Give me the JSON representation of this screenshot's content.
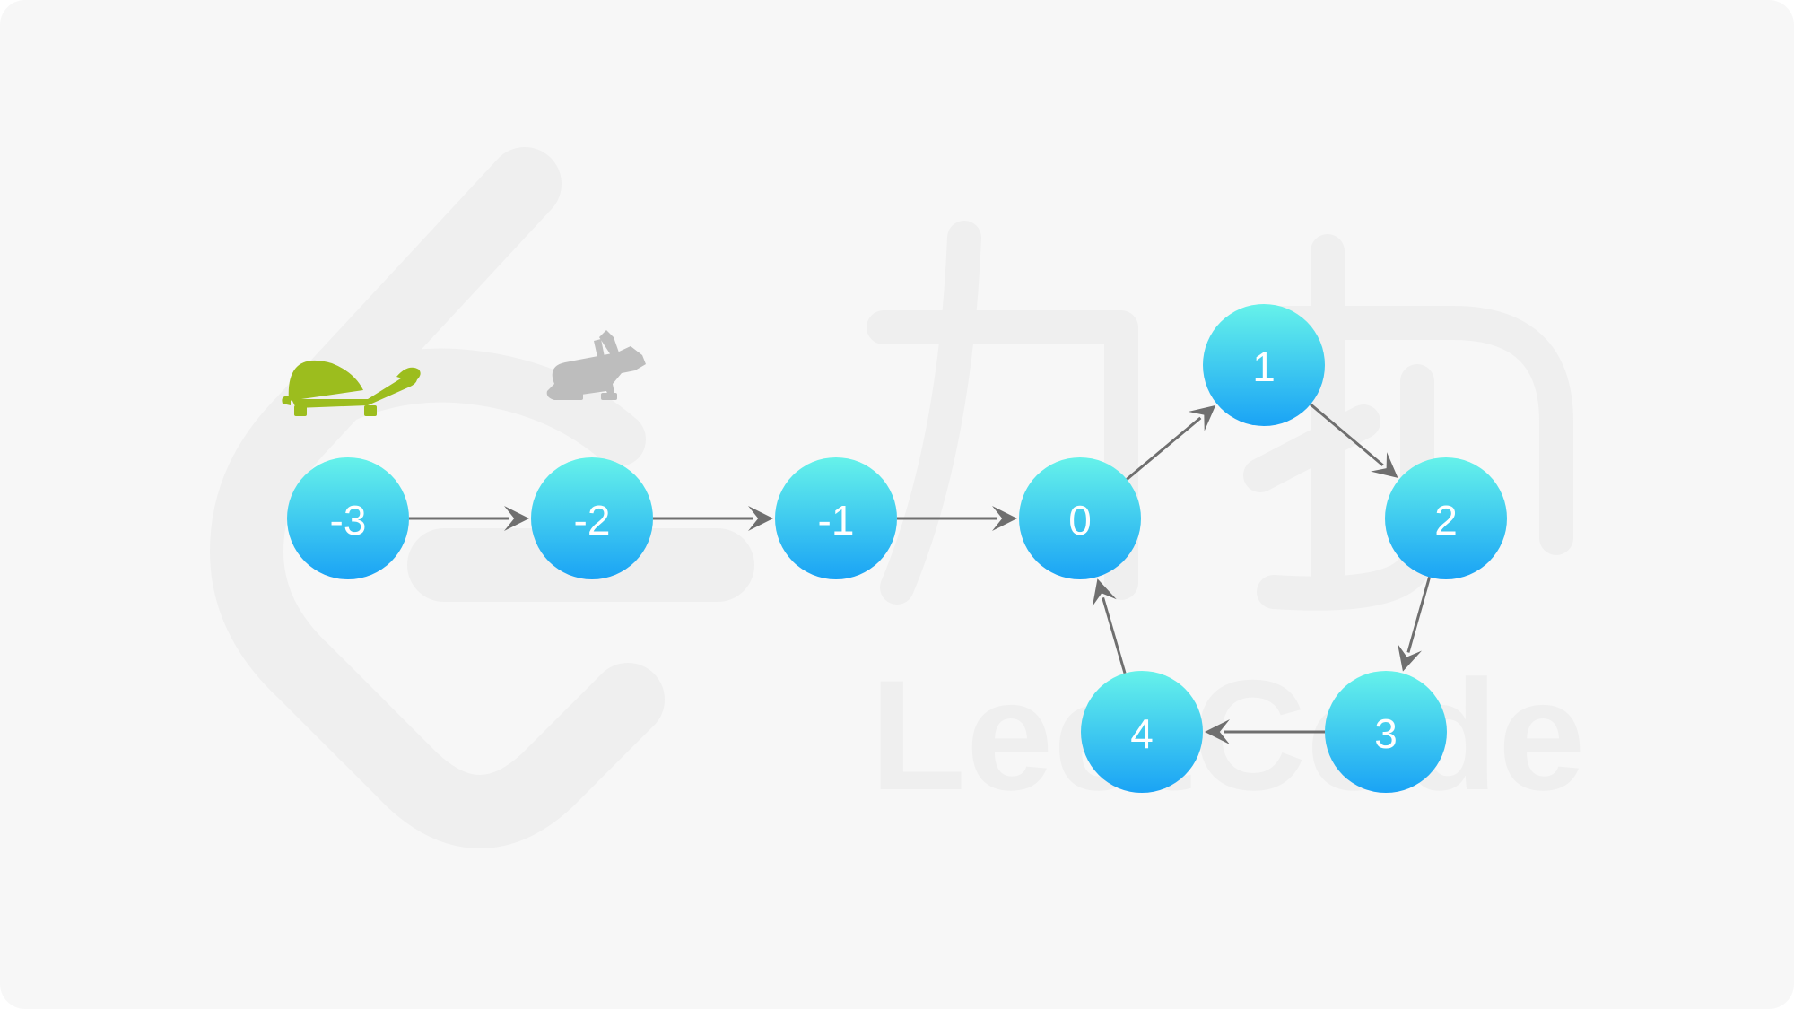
{
  "watermark": {
    "brand_cjk": "力扣",
    "brand_latin": "LeetCode"
  },
  "colors": {
    "background": "#f7f7f7",
    "watermark": "#efefef",
    "node_top": "#66f2ea",
    "node_bottom": "#1aa3f5",
    "edge": "#6f6f6f",
    "tortoise": "#9cbd1e",
    "hare": "#bdbdbd",
    "label": "#ffffff"
  },
  "markers": {
    "tortoise": {
      "icon": "tortoise-icon",
      "at_node": "-3"
    },
    "hare": {
      "icon": "hare-icon",
      "at_node": "-2"
    }
  },
  "nodes": [
    {
      "id": "n-3",
      "label": "-3"
    },
    {
      "id": "n-2",
      "label": "-2"
    },
    {
      "id": "n-1",
      "label": "-1"
    },
    {
      "id": "n0",
      "label": "0"
    },
    {
      "id": "n1",
      "label": "1"
    },
    {
      "id": "n2",
      "label": "2"
    },
    {
      "id": "n3",
      "label": "3"
    },
    {
      "id": "n4",
      "label": "4"
    }
  ],
  "edges": [
    {
      "from": "-3",
      "to": "-2"
    },
    {
      "from": "-2",
      "to": "-1"
    },
    {
      "from": "-1",
      "to": "0"
    },
    {
      "from": "0",
      "to": "1"
    },
    {
      "from": "1",
      "to": "2"
    },
    {
      "from": "2",
      "to": "3"
    },
    {
      "from": "3",
      "to": "4"
    },
    {
      "from": "4",
      "to": "0"
    }
  ]
}
